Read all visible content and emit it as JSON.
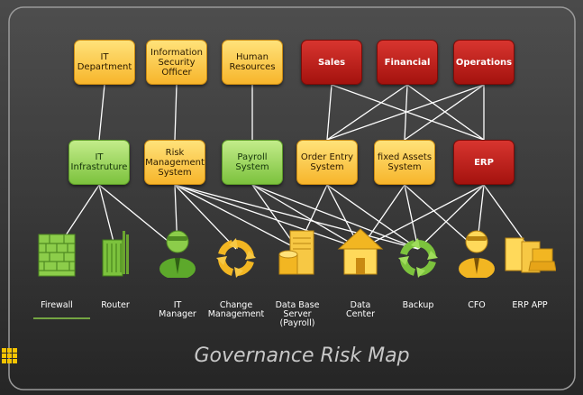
{
  "title": "Governance Risk Map",
  "colors": {
    "yellow": "#f7b52b",
    "red": "#b8201b",
    "green": "#8ccd4a",
    "line": "#ffffff"
  },
  "top_row": [
    {
      "label": "IT\nDepartment",
      "style": "yellow"
    },
    {
      "label": "Information\nSecurity\nOfficer",
      "style": "yellow"
    },
    {
      "label": "Human\nResources",
      "style": "yellow"
    },
    {
      "label": "Sales",
      "style": "red"
    },
    {
      "label": "Financial",
      "style": "red"
    },
    {
      "label": "Operations",
      "style": "red"
    }
  ],
  "middle_row": [
    {
      "label": "IT\nInfrastruture",
      "style": "green"
    },
    {
      "label": "Risk\nManagement\nSystem",
      "style": "yellow"
    },
    {
      "label": "Payroll\nSystem",
      "style": "green"
    },
    {
      "label": "Order Entry\nSystem",
      "style": "yellow"
    },
    {
      "label": "fixed Assets\nSystem",
      "style": "yellow"
    },
    {
      "label": "ERP",
      "style": "red"
    }
  ],
  "bottom_row": [
    {
      "label": "Firewall",
      "icon": "firewall-icon"
    },
    {
      "label": "Router",
      "icon": "router-icon"
    },
    {
      "label": "IT\nManager",
      "icon": "person-icon"
    },
    {
      "label": "Change\nManagement",
      "icon": "cycle-icon"
    },
    {
      "label": "Data Base\nServer\n(Payroll)",
      "icon": "database-server-icon"
    },
    {
      "label": "Data\nCenter",
      "icon": "house-icon"
    },
    {
      "label": "Backup",
      "icon": "backup-cycle-icon"
    },
    {
      "label": "CFO",
      "icon": "person-icon"
    },
    {
      "label": "ERP APP",
      "icon": "erp-app-icon"
    }
  ]
}
